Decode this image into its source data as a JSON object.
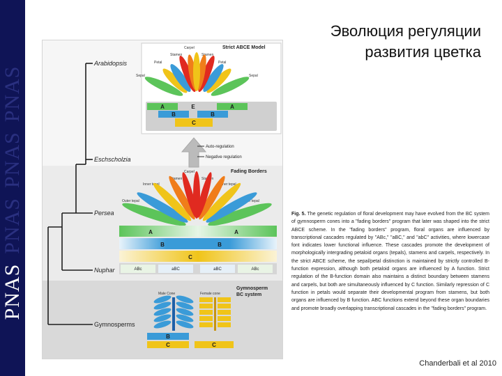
{
  "sidebar": {
    "journal_mark": "PNAS",
    "repeat": 4
  },
  "slide": {
    "title_line1": "Эволюция регуляции",
    "title_line2": "развития цветка",
    "citation": "Chanderbali et al 2010"
  },
  "figure": {
    "taxa": [
      "Arabidopsis",
      "Eschscholzia",
      "Persea",
      "Nuphar",
      "Gymnosperms"
    ],
    "strict_model": {
      "title": "Strict ABCE Model",
      "organs": {
        "carpel": "Carpel",
        "stamen_left": "Stamen",
        "stamen_right": "Stamen",
        "petal_left": "Petal",
        "petal_right": "Petal",
        "sepal_left": "Sepal",
        "sepal_right": "Sepal"
      },
      "functions": {
        "a": "A",
        "b": "B",
        "c": "C",
        "e": "E"
      }
    },
    "legend": {
      "auto": "Auto-regulation",
      "negative": "Negative regulation"
    },
    "fading_borders": {
      "title": "Fading Borders",
      "organs": {
        "carpel": "Carpel",
        "stamen_left": "Stamen",
        "stamen_right": "Stamen",
        "inner_left": "Inner tepal",
        "inner_right": "Inner tepal",
        "outer_left": "Outer tepal",
        "outer_right": "Outer tepal"
      },
      "functions": {
        "a": "A",
        "b": "B",
        "c": "C"
      },
      "activities": [
        "ABc",
        "aBC",
        "aBC",
        "ABc"
      ]
    },
    "gymnosperm": {
      "title_line1": "Gymnosperm",
      "title_line2": "BC system",
      "male_label": "Male Cone",
      "female_label": "Female cone",
      "functions": {
        "b": "B",
        "c_left": "C",
        "c_right": "C"
      }
    },
    "colors": {
      "green": "#5cc45a",
      "blue": "#3a9bd8",
      "yellow": "#f0c419",
      "red": "#e02a20",
      "orange": "#f07d1a"
    }
  },
  "caption": {
    "fig_no": "Fig. 5.",
    "text": "The genetic regulation of floral development may have evolved from the BC system of gymnosperm cones into a \"fading borders\" program that later was shaped into the strict ABCE scheme. In the \"fading borders\" program, floral organs are influenced by transcriptional cascades regulated by \"ABc,\" \"aBC,\" and \"abC\" activities, where lowercase font indicates lower functional influence. These cascades promote the development of morphologically intergrading petaloid organs (tepals), stamens and carpels, respectively. In the strict ABCE scheme, the sepal/petal distinction is maintained by strictly controlled B-function expression, although both petaloid organs are influenced by A function. Strict regulation of the B-function domain also maintains a distinct boundary between stamens and carpels, but both are simultaneously influenced by C function. Similarly repression of C function in petals would separate their developmental program from stamens, but both organs are influenced by B function. ABC functions extend beyond these organ boundaries and promote broadly overlapping transcriptional cascades in the \"fading borders\" program."
  }
}
